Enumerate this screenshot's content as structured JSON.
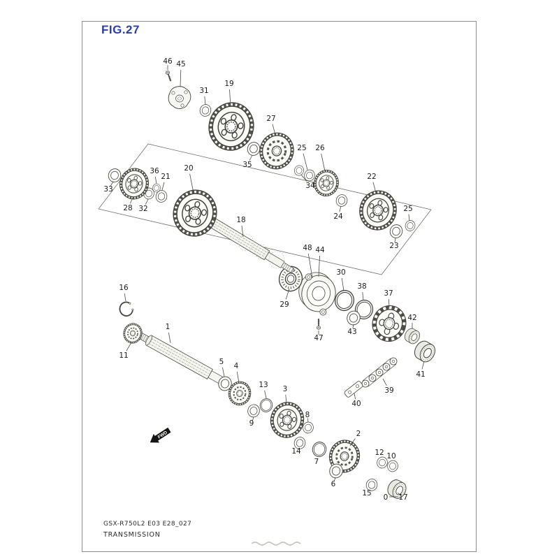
{
  "page": {
    "figure_title": "FIG.27",
    "figure_title_color": "#2b3fa8",
    "footer": {
      "code": "GSX-R750L2 E03 E28_027",
      "name": "TRANSMISSION"
    }
  },
  "diagram": {
    "direction_label": "FWD",
    "callouts": [
      "46",
      "45",
      "31",
      "19",
      "27",
      "35",
      "25",
      "26",
      "34",
      "24",
      "22",
      "25",
      "23",
      "33",
      "28",
      "32",
      "36",
      "21",
      "20",
      "18",
      "29",
      "48",
      "44",
      "30",
      "38",
      "37",
      "43",
      "47",
      "42",
      "41",
      "39",
      "40",
      "16",
      "11",
      "1",
      "5",
      "4",
      "13",
      "3",
      "9",
      "8",
      "14",
      "7",
      "2",
      "6",
      "12",
      "10",
      "15",
      "0",
      "17"
    ]
  }
}
